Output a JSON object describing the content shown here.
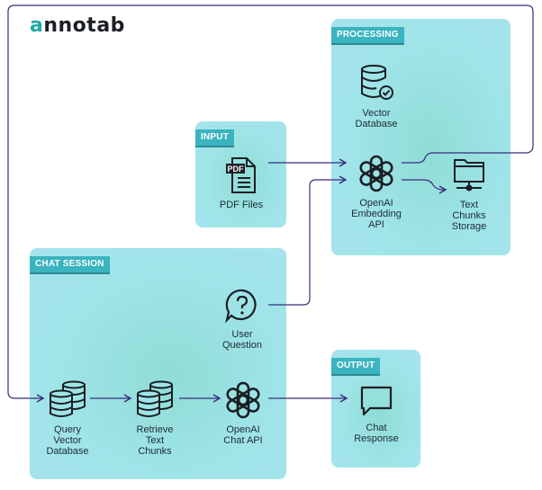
{
  "brand": {
    "name_prefix": "a",
    "name_rest": "nnotab"
  },
  "sections": {
    "processing": "PROCESSING",
    "input": "INPUT",
    "chat_session": "CHAT SESSION",
    "output": "OUTPUT"
  },
  "nodes": {
    "vector_database": "Vector\nDatabase",
    "pdf_files": "PDF Files",
    "pdf_badge": "PDF",
    "openai_embedding_api": "OpenAI\nEmbedding\nAPI",
    "text_chunks_storage": "Text\nChunks\nStorage",
    "user_question": "User\nQuestion",
    "query_vector_database": "Query\nVector\nDatabase",
    "retrieve_text_chunks": "Retrieve\nText\nChunks",
    "openai_chat_api": "OpenAI\nChat API",
    "chat_response": "Chat\nResponse"
  },
  "colors": {
    "panel": "#9fe4e8",
    "tag": "#3ab4bf",
    "connector": "#3b2a7a",
    "icon": "#1b1f24",
    "brand_accent": "#1fa7a4"
  }
}
